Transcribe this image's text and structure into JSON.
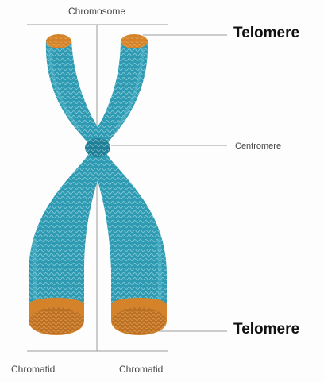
{
  "diagram": {
    "title": "Chromosome",
    "labels": {
      "telomere_top": "Telomere",
      "centromere": "Centromere",
      "telomere_bottom": "Telomere",
      "chromatid_left": "Chromatid",
      "chromatid_right": "Chromatid"
    },
    "colors": {
      "chromatid": "#2e9bb3",
      "chromatid_dark": "#1f7f96",
      "chromatid_light": "#6cc7d8",
      "telomere": "#d4832a",
      "telomere_dark": "#a9611b",
      "line": "#9a9a9a"
    }
  }
}
